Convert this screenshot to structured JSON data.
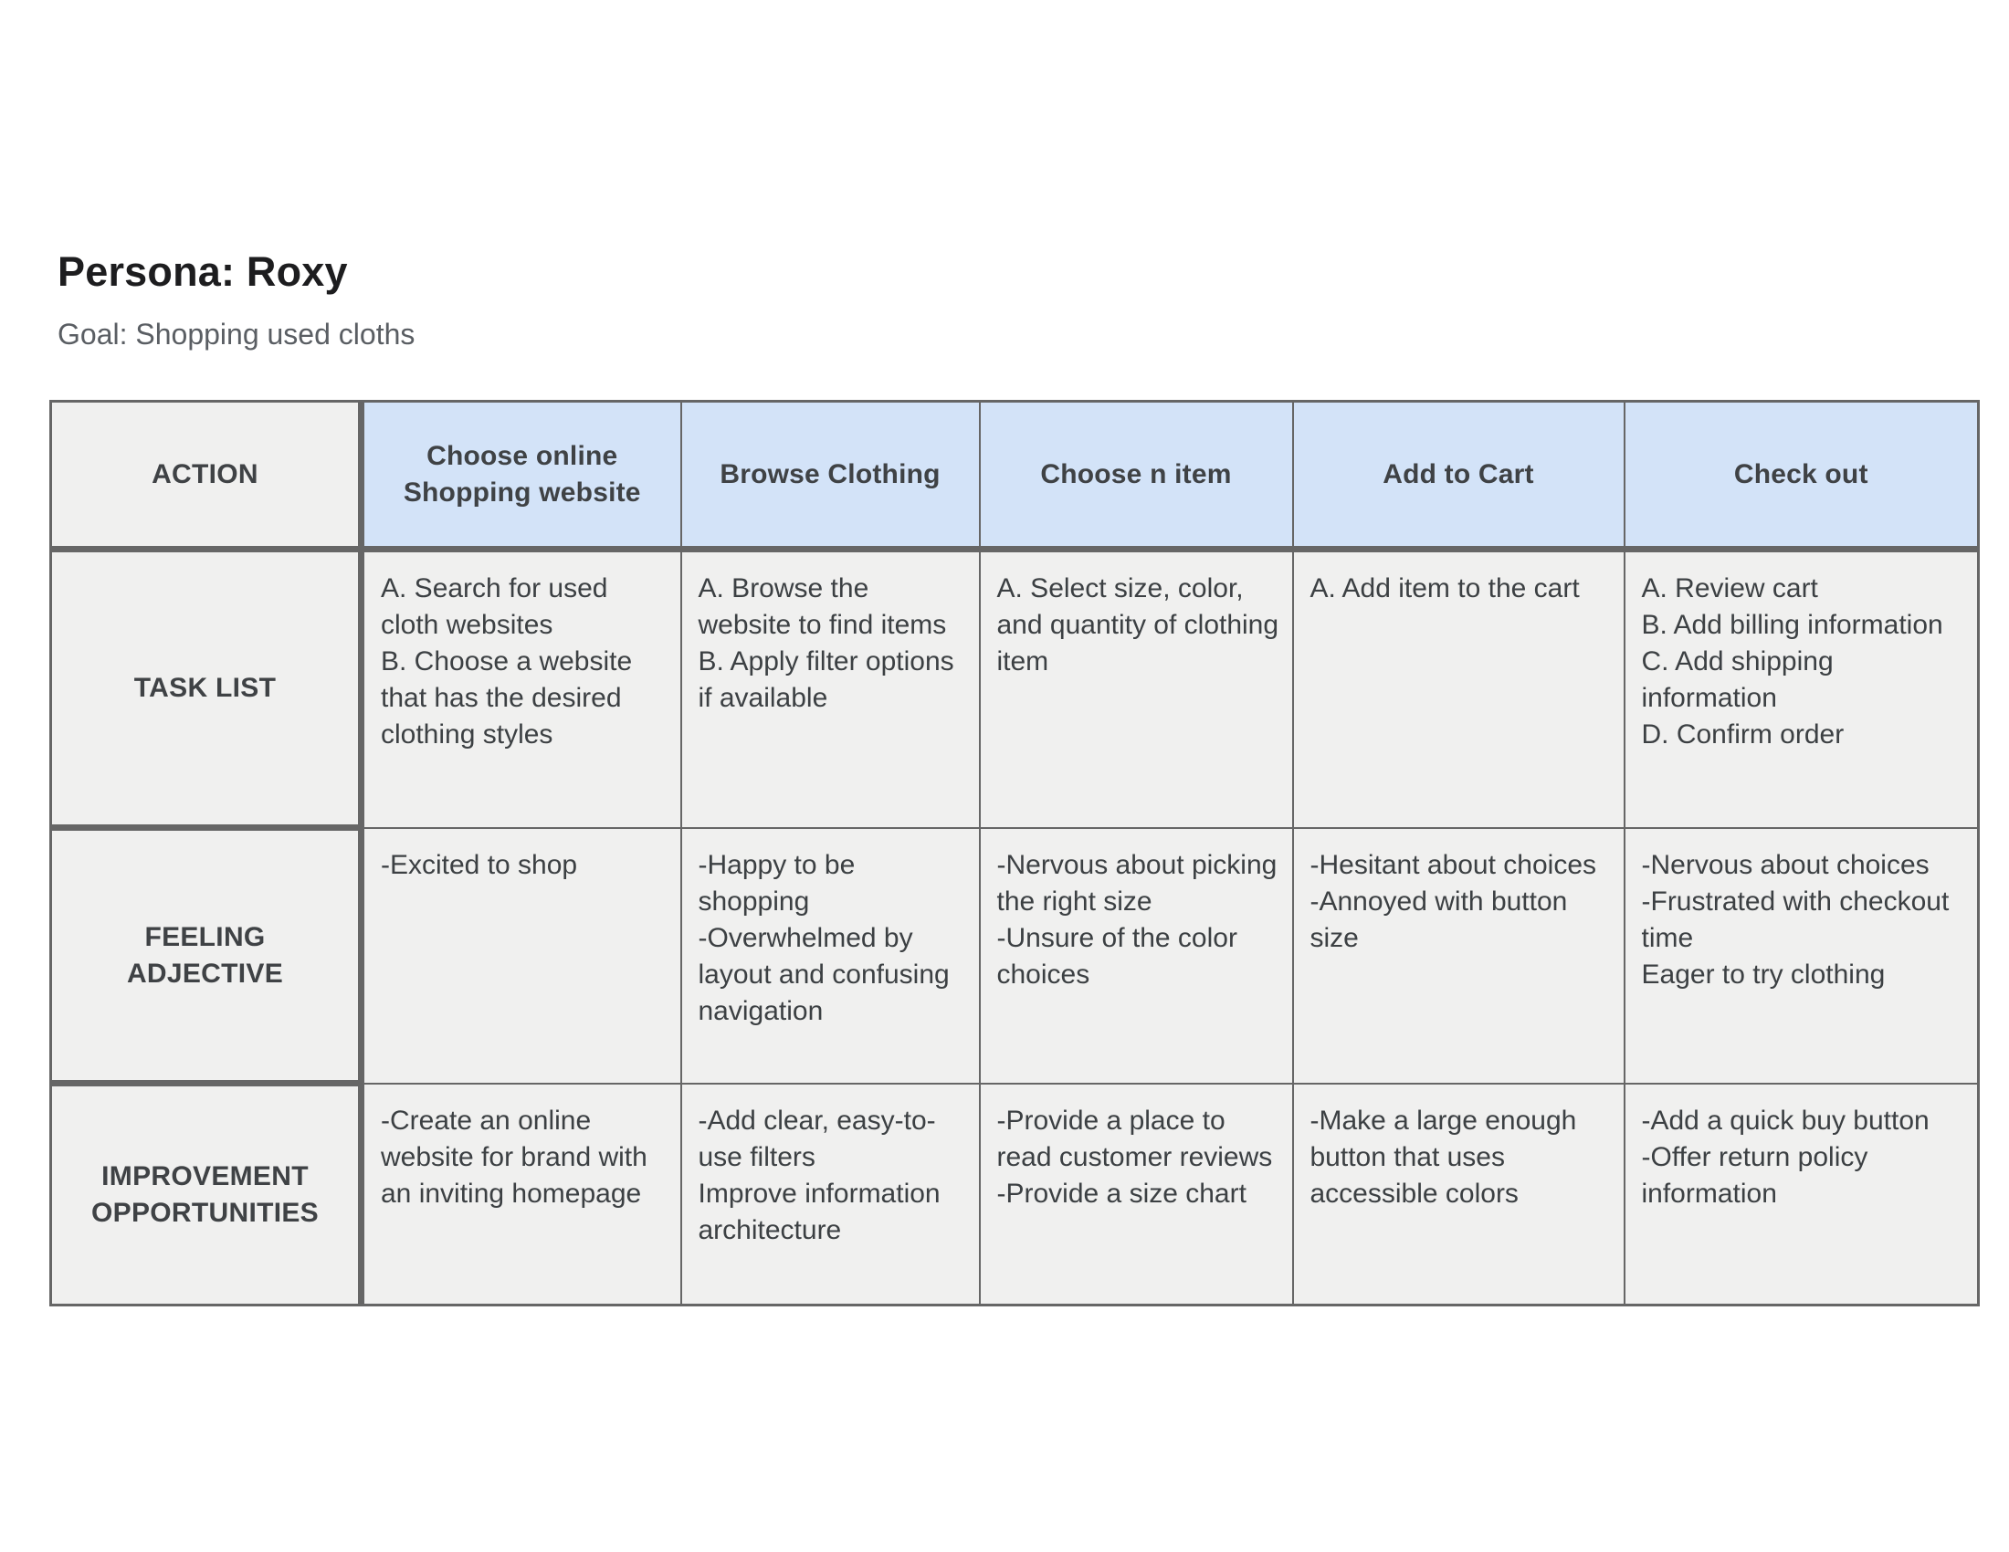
{
  "header": {
    "title": "Persona: Roxy",
    "goal": "Goal: Shopping used cloths"
  },
  "table": {
    "corner_label": "ACTION",
    "columns": [
      "Choose online Shopping website",
      "Browse Clothing",
      "Choose n item",
      "Add to Cart",
      "Check out"
    ],
    "rows": [
      {
        "label": "TASK LIST",
        "cells": [
          "A. Search for used cloth websites\nB. Choose a website that has the desired clothing styles",
          "A. Browse the website to find items\nB. Apply filter options if available",
          "A. Select size, color, and quantity of clothing item",
          "A. Add item to the cart",
          "A. Review cart\nB. Add billing information\nC. Add shipping information\nD. Confirm order"
        ]
      },
      {
        "label": "FEELING ADJECTIVE",
        "cells": [
          "-Excited to shop",
          "-Happy to be shopping\n-Overwhelmed by layout and confusing navigation",
          "-Nervous about picking the right size\n-Unsure of the color choices",
          "-Hesitant about choices\n-Annoyed with button size",
          "-Nervous about choices\n-Frustrated with checkout time\nEager to try clothing"
        ]
      },
      {
        "label": "IMPROVEMENT OPPORTUNITIES",
        "cells": [
          "-Create an online website for brand with an inviting homepage",
          "-Add clear, easy-to-use filters\nImprove information architecture",
          "-Provide a place to read customer reviews\n-Provide a size chart",
          "-Make a large enough button that uses accessible colors",
          "-Add a quick buy button\n-Offer return policy information"
        ]
      }
    ]
  },
  "colors": {
    "stage_header_fill": "#d3e3f8",
    "cell_fill": "#f0f0ef",
    "border": "#666666",
    "title_text": "#1d1d1f",
    "goal_text": "#5a5e63",
    "cell_text": "#3c4043"
  }
}
